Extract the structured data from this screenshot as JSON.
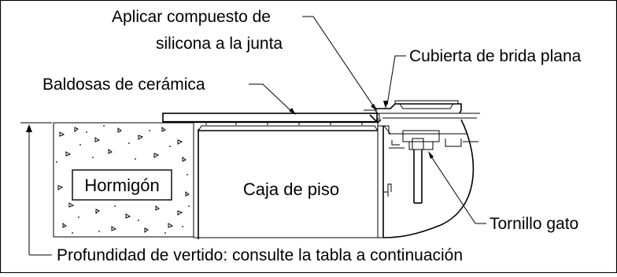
{
  "labels": {
    "silicone_line1": "Aplicar compuesto de",
    "silicone_line2": "silicona a la junta",
    "cover": "Cubierta de brida plana",
    "tiles": "Baldosas de cerámica",
    "concrete": "Hormigón",
    "floor_box": "Caja de piso",
    "screw": "Tornillo gato",
    "pour_depth": "Profundidad de vertido: consulte la tabla a continuación"
  },
  "colors": {
    "line": "#000000",
    "background": "#ffffff"
  }
}
